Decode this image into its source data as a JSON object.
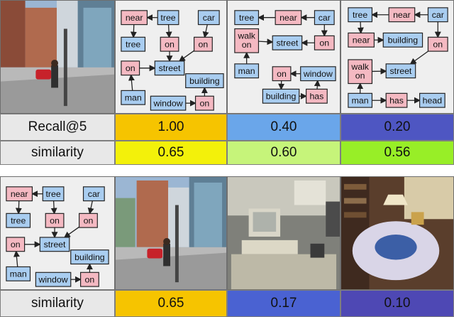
{
  "labels": {
    "recall": "Recall@5",
    "similarity": "similarity"
  },
  "colors": {
    "obj_node": "#a9cdf0",
    "attr_node": "#f4b9c2",
    "rel_node": "#f4b9c2",
    "edge": "#222222"
  },
  "top": {
    "recall": [
      {
        "value": "1.00",
        "color": "#f6c400"
      },
      {
        "value": "0.40",
        "color": "#6aa6ea"
      },
      {
        "value": "0.20",
        "color": "#4e56c2"
      }
    ],
    "similarity": [
      {
        "value": "0.65",
        "color": "#f3f10a"
      },
      {
        "value": "0.60",
        "color": "#c6f47a"
      },
      {
        "value": "0.56",
        "color": "#98ee27"
      }
    ]
  },
  "bottom": {
    "similarity": [
      {
        "value": "0.65",
        "color": "#f6c400"
      },
      {
        "value": "0.17",
        "color": "#4a62d2"
      },
      {
        "value": "0.10",
        "color": "#4e48b4"
      }
    ]
  },
  "graphs": {
    "g1": {
      "nodes": [
        {
          "id": "near",
          "label": "near",
          "type": "rel"
        },
        {
          "id": "tree",
          "label": "tree",
          "type": "obj"
        },
        {
          "id": "car",
          "label": "car",
          "type": "obj"
        },
        {
          "id": "tree2",
          "label": "tree",
          "type": "obj"
        },
        {
          "id": "on1",
          "label": "on",
          "type": "rel"
        },
        {
          "id": "on2",
          "label": "on",
          "type": "rel"
        },
        {
          "id": "on3",
          "label": "on",
          "type": "rel"
        },
        {
          "id": "street",
          "label": "street",
          "type": "obj"
        },
        {
          "id": "building",
          "label": "building",
          "type": "obj"
        },
        {
          "id": "man",
          "label": "man",
          "type": "obj"
        },
        {
          "id": "window",
          "label": "window",
          "type": "obj"
        },
        {
          "id": "on4",
          "label": "on",
          "type": "rel"
        }
      ]
    },
    "g2": {
      "nodes": [
        {
          "id": "tree",
          "label": "tree",
          "type": "obj"
        },
        {
          "id": "near",
          "label": "near",
          "type": "rel"
        },
        {
          "id": "car",
          "label": "car",
          "type": "obj"
        },
        {
          "id": "walkon",
          "label": "walk on",
          "type": "rel"
        },
        {
          "id": "street",
          "label": "street",
          "type": "obj"
        },
        {
          "id": "on",
          "label": "on",
          "type": "rel"
        },
        {
          "id": "man",
          "label": "man",
          "type": "obj"
        },
        {
          "id": "on2",
          "label": "on",
          "type": "rel"
        },
        {
          "id": "window",
          "label": "window",
          "type": "obj"
        },
        {
          "id": "building",
          "label": "building",
          "type": "obj"
        },
        {
          "id": "has",
          "label": "has",
          "type": "rel"
        }
      ]
    },
    "g3": {
      "nodes": [
        {
          "id": "tree",
          "label": "tree",
          "type": "obj"
        },
        {
          "id": "near",
          "label": "near",
          "type": "rel"
        },
        {
          "id": "car",
          "label": "car",
          "type": "obj"
        },
        {
          "id": "near2",
          "label": "near",
          "type": "rel"
        },
        {
          "id": "building",
          "label": "building",
          "type": "obj"
        },
        {
          "id": "on",
          "label": "on",
          "type": "rel"
        },
        {
          "id": "walkon",
          "label": "walk on",
          "type": "rel"
        },
        {
          "id": "street",
          "label": "street",
          "type": "obj"
        },
        {
          "id": "man",
          "label": "man",
          "type": "obj"
        },
        {
          "id": "has",
          "label": "has",
          "type": "rel"
        },
        {
          "id": "head",
          "label": "head",
          "type": "obj"
        }
      ]
    },
    "g4": {
      "nodes": [
        {
          "id": "near",
          "label": "near",
          "type": "rel"
        },
        {
          "id": "tree",
          "label": "tree",
          "type": "obj"
        },
        {
          "id": "car",
          "label": "car",
          "type": "obj"
        },
        {
          "id": "tree2",
          "label": "tree",
          "type": "obj"
        },
        {
          "id": "on1",
          "label": "on",
          "type": "rel"
        },
        {
          "id": "on2",
          "label": "on",
          "type": "rel"
        },
        {
          "id": "on3",
          "label": "on",
          "type": "rel"
        },
        {
          "id": "street",
          "label": "street",
          "type": "obj"
        },
        {
          "id": "building",
          "label": "building",
          "type": "obj"
        },
        {
          "id": "man",
          "label": "man",
          "type": "obj"
        },
        {
          "id": "window",
          "label": "window",
          "type": "obj"
        },
        {
          "id": "on4",
          "label": "on",
          "type": "rel"
        }
      ]
    }
  }
}
